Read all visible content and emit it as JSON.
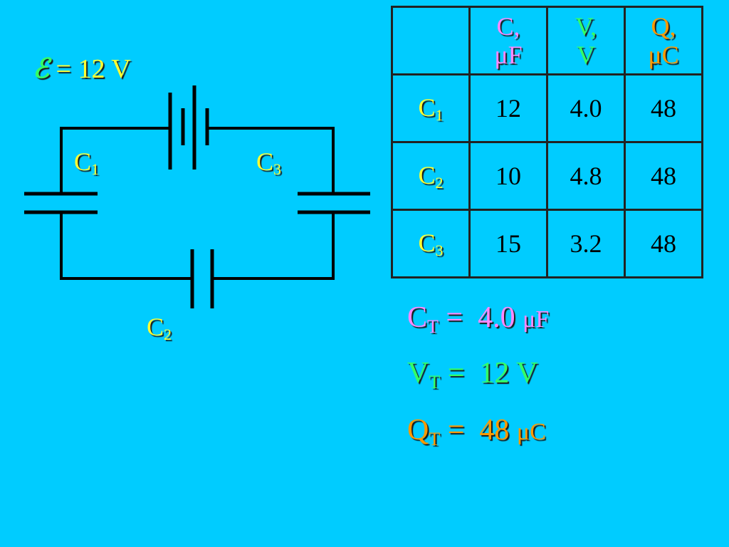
{
  "emf": {
    "symbol": "ℰ",
    "text": " = 12 V"
  },
  "circuit_labels": {
    "c1": {
      "base": "C",
      "sub": "1"
    },
    "c2": {
      "base": "C",
      "sub": "2"
    },
    "c3": {
      "base": "C",
      "sub": "3"
    }
  },
  "table": {
    "headers": [
      {
        "line1": "C,",
        "line2": "μF"
      },
      {
        "line1": "V,",
        "line2": "V"
      },
      {
        "line1": "Q,",
        "line2": "μC"
      }
    ],
    "rows": [
      {
        "base": "C",
        "sub": "1",
        "c": "12",
        "v": "4.0",
        "q": "48"
      },
      {
        "base": "C",
        "sub": "2",
        "c": "10",
        "v": "4.8",
        "q": "48"
      },
      {
        "base": "C",
        "sub": "3",
        "c": "15",
        "v": "3.2",
        "q": "48"
      }
    ]
  },
  "totals": {
    "ct": {
      "base": "C",
      "sub": "T",
      "eq": " =  ",
      "value": "4.0 ",
      "unit": "μF"
    },
    "vt": {
      "base": "V",
      "sub": "T",
      "eq": " =  ",
      "value": "12 V",
      "unit": ""
    },
    "qt": {
      "base": "Q",
      "sub": "T",
      "eq": " =  ",
      "value": "48 ",
      "unit": "μC"
    }
  },
  "colors": {
    "background": "#00ccff",
    "labels": "#ffff33",
    "capacitance": "#ff88ff",
    "voltage": "#33ff66",
    "charge": "#ff9900",
    "wire": "#000000"
  }
}
